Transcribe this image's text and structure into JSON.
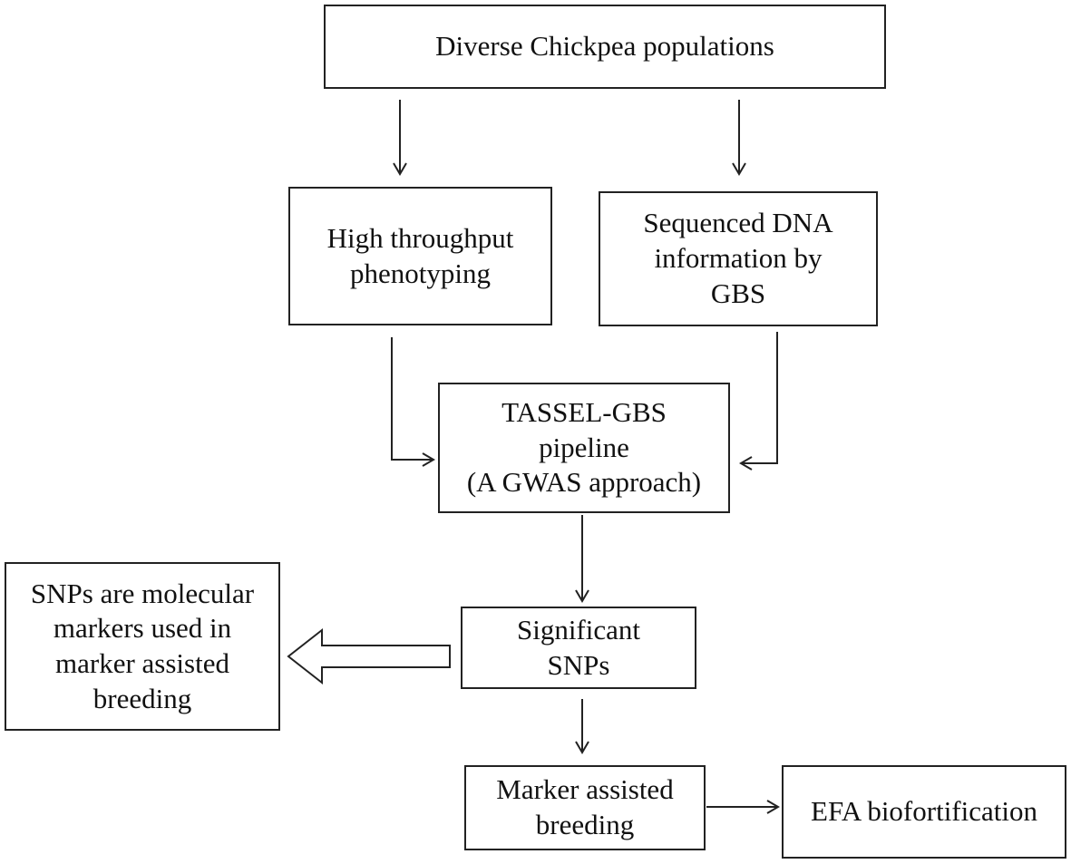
{
  "nodes": {
    "populations": {
      "lines": [
        "Diverse Chickpea populations"
      ]
    },
    "phenotyping": {
      "lines": [
        "High throughput",
        "phenotyping"
      ]
    },
    "sequencing": {
      "lines": [
        "Sequenced DNA",
        "information by",
        "GBS"
      ]
    },
    "pipeline": {
      "lines": [
        "TASSEL-GBS",
        "pipeline",
        "(A GWAS approach)"
      ]
    },
    "snps": {
      "lines": [
        "Significant",
        "SNPs"
      ]
    },
    "markers": {
      "lines": [
        "SNPs are molecular",
        "markers used in",
        "marker assisted",
        "breeding"
      ]
    },
    "mab": {
      "lines": [
        "Marker assisted",
        "breeding"
      ]
    },
    "efa": {
      "lines": [
        "EFA biofortification"
      ]
    }
  },
  "edges": [
    {
      "from": "populations",
      "to": "phenotyping",
      "style": "line-arrow"
    },
    {
      "from": "populations",
      "to": "sequencing",
      "style": "line-arrow"
    },
    {
      "from": "phenotyping",
      "to": "pipeline",
      "style": "line-arrow"
    },
    {
      "from": "sequencing",
      "to": "pipeline",
      "style": "line-arrow"
    },
    {
      "from": "pipeline",
      "to": "snps",
      "style": "line-arrow"
    },
    {
      "from": "snps",
      "to": "markers",
      "style": "block-arrow"
    },
    {
      "from": "snps",
      "to": "mab",
      "style": "line-arrow"
    },
    {
      "from": "mab",
      "to": "efa",
      "style": "line-arrow"
    }
  ]
}
